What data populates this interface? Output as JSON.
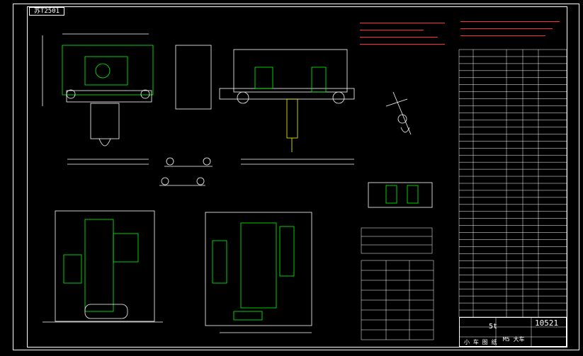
{
  "drawing": {
    "number_tag": "苏T2501",
    "title_code": "10521",
    "title_weight": "5t",
    "title_scale": "M5 大车",
    "title_name": "小 车 图 纸"
  },
  "tables": {
    "right_parts_list_rows": 38,
    "bottom_table_rows": 8
  },
  "colors": {
    "background": "#000000",
    "line": "#ffffff",
    "green": "#00ff00",
    "yellow": "#ffff00",
    "red": "#ff3030",
    "cyan": "#00ffff",
    "magenta": "#ff00ff"
  }
}
